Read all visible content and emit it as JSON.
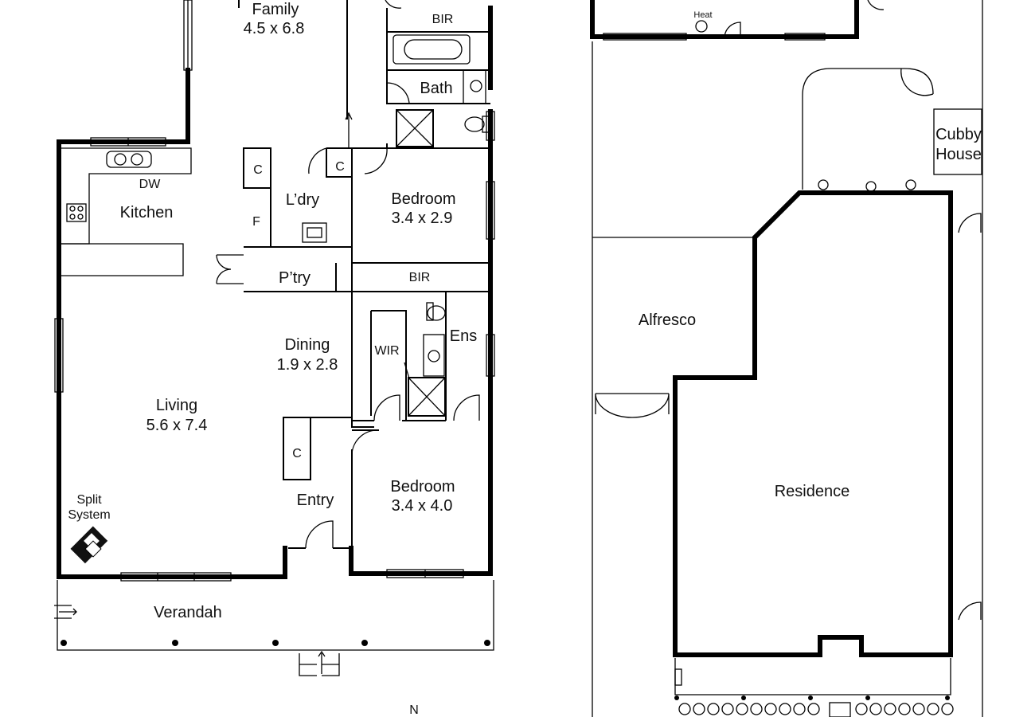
{
  "floorplan": {
    "rooms": {
      "family": {
        "name": "Family",
        "dims": "4.5 x 6.8"
      },
      "kitchen": {
        "name": "Kitchen"
      },
      "living": {
        "name": "Living",
        "dims": "5.6 x 7.4"
      },
      "dining": {
        "name": "Dining",
        "dims": "1.9 x 2.8"
      },
      "laundry": {
        "name": "L’dry"
      },
      "pantry": {
        "name": "P’try"
      },
      "bath": {
        "name": "Bath"
      },
      "bedroom_top": {
        "name": "Bedroom",
        "dims": "3.4 x 2.9"
      },
      "bedroom_bottom": {
        "name": "Bedroom",
        "dims": "3.4 x 4.0"
      },
      "ensuite": {
        "name": "Ens"
      },
      "wir": {
        "name": "WIR"
      },
      "entry": {
        "name": "Entry"
      },
      "verandah": {
        "name": "Verandah"
      },
      "alfresco": {
        "name": "Alfresco"
      },
      "residence": {
        "name": "Residence"
      },
      "cubby_line1": {
        "name": "Cubby"
      },
      "cubby_line2": {
        "name": "House"
      }
    },
    "fixtures": {
      "bir_top": "BIR",
      "bir_mid": "BIR",
      "dw": "DW",
      "cupboard_a": "C",
      "cupboard_b": "C",
      "cupboard_c": "C",
      "fridge": "F",
      "split_line1": "Split",
      "split_line2": "System",
      "heat": "Heat"
    },
    "compass": "N"
  }
}
